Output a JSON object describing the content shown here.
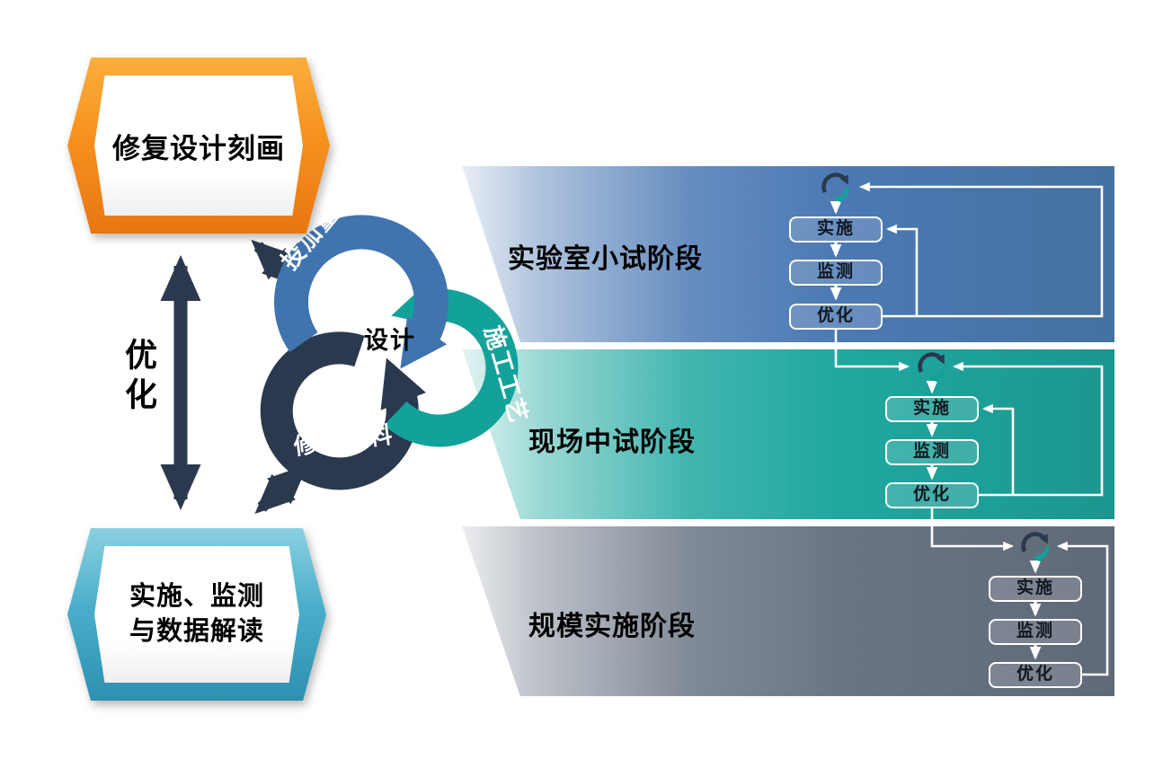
{
  "left_panel": {
    "top_box_label": "修复设计刻画",
    "bottom_box_line1": "实施、监测",
    "bottom_box_line2": "与数据解读",
    "optimize_label": "优化"
  },
  "cycle": {
    "center_label": "设计",
    "dosage_label": "投加量",
    "process_label": "施工工艺",
    "material_label": "修复材料"
  },
  "stages": [
    {
      "label": "实验室小试阶段",
      "steps": [
        "实施",
        "监测",
        "优化"
      ]
    },
    {
      "label": "现场中试阶段",
      "steps": [
        "实施",
        "监测",
        "优化"
      ]
    },
    {
      "label": "规模实施阶段",
      "steps": [
        "实施",
        "监测",
        "优化"
      ]
    }
  ],
  "colors": {
    "orange": "#F6921E",
    "teal_box": "#4BAFCB",
    "navy": "#2B394E",
    "arc_blue": "#3F74AE",
    "arc_teal": "#13A29A",
    "stage_blue": "#4B79B4",
    "stage_teal": "#1FA8A0",
    "stage_gray": "#6A7584",
    "connector_white": "#FFFFFF"
  }
}
